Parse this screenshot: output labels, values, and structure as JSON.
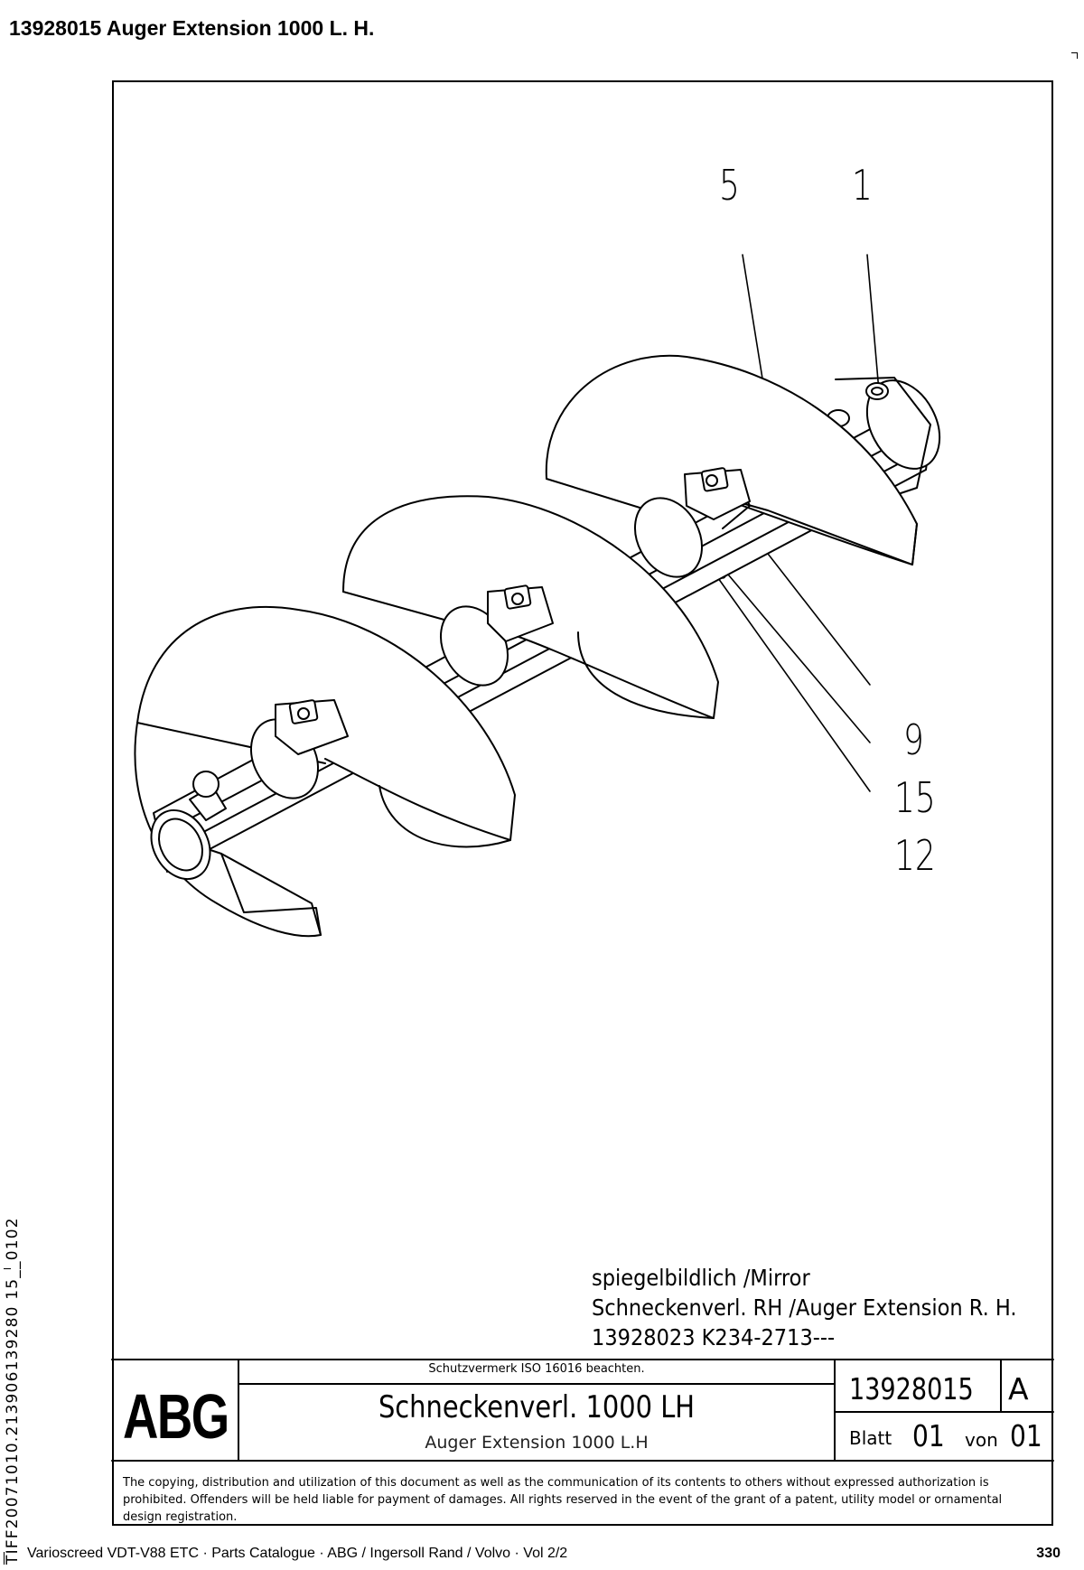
{
  "header": {
    "title": "13928015  Auger Extension 1000 L. H."
  },
  "side_code": "TIFF20071010.213906139280 15__0102",
  "drawing": {
    "callouts": [
      "5",
      "1",
      "9",
      "15",
      "12"
    ],
    "mirror_note": [
      "spiegelbildlich /Mirror",
      "Schneckenverl. RH /Auger Extension R. H.",
      "13928023  K234-2713---"
    ]
  },
  "title_block": {
    "logo": "ABG",
    "protection_note": "Schutzvermerk ISO 16016 beachten.",
    "name_de": "Schneckenverl. 1000 LH",
    "name_en": "Auger Extension 1000 L.H",
    "drawing_number": "13928015",
    "revision": "A",
    "sheet_label": "Blatt",
    "sheet_value": "01",
    "of_label": "von",
    "of_value": "01"
  },
  "copyright": "The copying, distribution and utilization of this document as well as the communication of its contents to others without expressed authorization is prohibited. Offenders will be held liable for payment of damages. All rights reserved in the event of the grant of a patent, utility model or ornamental design registration.",
  "footer": {
    "left": "Varioscreed VDT-V88 ETC  ·  Parts Catalogue  ·  ABG / Ingersoll Rand / Volvo  ·  Vol 2/2",
    "page": "330"
  }
}
